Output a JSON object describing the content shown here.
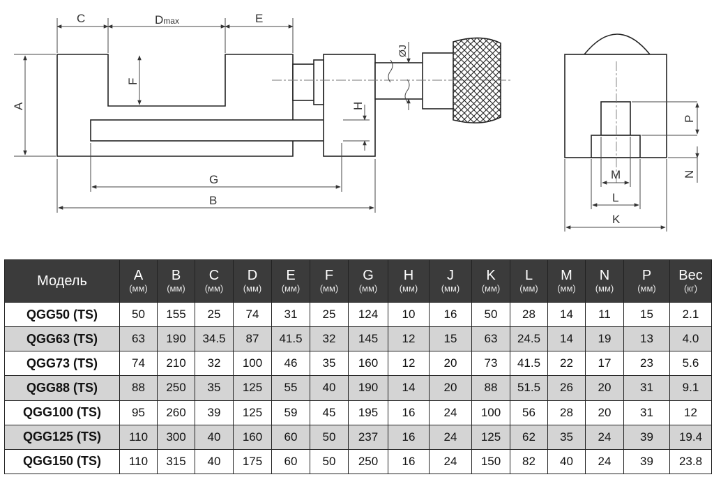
{
  "drawing": {
    "labels": {
      "c": "C",
      "d": "D",
      "d_sub": "max",
      "e": "E",
      "a": "A",
      "f": "F",
      "h": "H",
      "j": "ØJ",
      "g": "G",
      "b": "B",
      "p": "P",
      "m": "M",
      "n": "N",
      "l": "L",
      "k": "K"
    }
  },
  "table": {
    "columns": [
      {
        "label": "Модель",
        "unit": ""
      },
      {
        "label": "A",
        "unit": "(мм)"
      },
      {
        "label": "B",
        "unit": "(мм)"
      },
      {
        "label": "C",
        "unit": "(мм)"
      },
      {
        "label": "D",
        "unit": "(мм)"
      },
      {
        "label": "E",
        "unit": "(мм)"
      },
      {
        "label": "F",
        "unit": "(мм)"
      },
      {
        "label": "G",
        "unit": "(мм)"
      },
      {
        "label": "H",
        "unit": "(мм)"
      },
      {
        "label": "J",
        "unit": "(мм)"
      },
      {
        "label": "K",
        "unit": "(мм)"
      },
      {
        "label": "L",
        "unit": "(мм)"
      },
      {
        "label": "M",
        "unit": "(мм)"
      },
      {
        "label": "N",
        "unit": "(мм)"
      },
      {
        "label": "P",
        "unit": "(мм)"
      },
      {
        "label": "Вес",
        "unit": "(кг)"
      }
    ],
    "rows": [
      [
        "QGG50 (TS)",
        "50",
        "155",
        "25",
        "74",
        "31",
        "25",
        "124",
        "10",
        "16",
        "50",
        "28",
        "14",
        "11",
        "15",
        "2.1"
      ],
      [
        "QGG63 (TS)",
        "63",
        "190",
        "34.5",
        "87",
        "41.5",
        "32",
        "145",
        "12",
        "15",
        "63",
        "24.5",
        "14",
        "19",
        "13",
        "4.0"
      ],
      [
        "QGG73 (TS)",
        "74",
        "210",
        "32",
        "100",
        "46",
        "35",
        "160",
        "12",
        "20",
        "73",
        "41.5",
        "22",
        "17",
        "23",
        "5.6"
      ],
      [
        "QGG88 (TS)",
        "88",
        "250",
        "35",
        "125",
        "55",
        "40",
        "190",
        "14",
        "20",
        "88",
        "51.5",
        "26",
        "20",
        "31",
        "9.1"
      ],
      [
        "QGG100 (TS)",
        "95",
        "260",
        "39",
        "125",
        "59",
        "45",
        "195",
        "16",
        "24",
        "100",
        "56",
        "28",
        "20",
        "31",
        "12"
      ],
      [
        "QGG125 (TS)",
        "110",
        "300",
        "40",
        "160",
        "60",
        "50",
        "237",
        "16",
        "24",
        "125",
        "62",
        "35",
        "24",
        "39",
        "19.4"
      ],
      [
        "QGG150 (TS)",
        "110",
        "315",
        "40",
        "175",
        "60",
        "50",
        "250",
        "16",
        "24",
        "150",
        "82",
        "40",
        "24",
        "39",
        "23.8"
      ]
    ]
  }
}
